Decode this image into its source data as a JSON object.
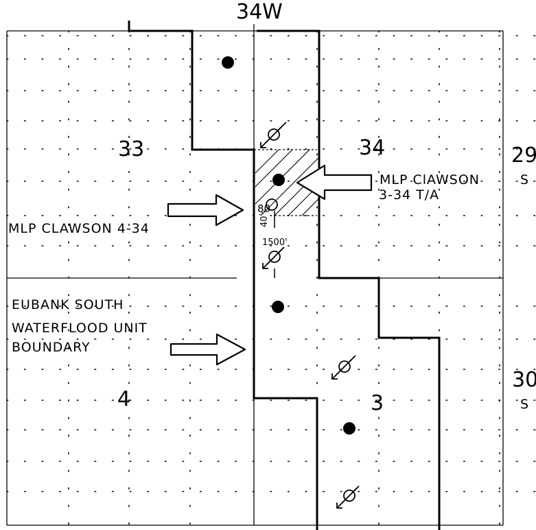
{
  "top_label": "34W",
  "right_labels": {
    "upper_1": "29",
    "upper_2": "S",
    "lower_1": "30",
    "lower_2": "S"
  },
  "sections": {
    "s33": "33",
    "s34": "34",
    "s4": "4",
    "s3": "3"
  },
  "labels": {
    "clawson_3_34_line1": "MLP ClAWSON",
    "clawson_3_34_line2": "3-34  T/A",
    "clawson_4_34": "MLP CLAWSON 4-34",
    "unit_boundary_line1": "EUBANK SOUTH",
    "unit_boundary_line2": "WATERFLOOD UNIT",
    "unit_boundary_line3": "BOUNDARY"
  },
  "measurements": {
    "offset_80": "80",
    "offset_40": "40",
    "offset_1500": "1500'"
  },
  "symbols": {
    "producing_well": "filled-circle-well-icon",
    "injection_well": "injection-well-arrow-icon",
    "proposed_well": "open-circle-well-icon"
  },
  "colors": {
    "ink": "#000000",
    "paper": "#ffffff"
  }
}
